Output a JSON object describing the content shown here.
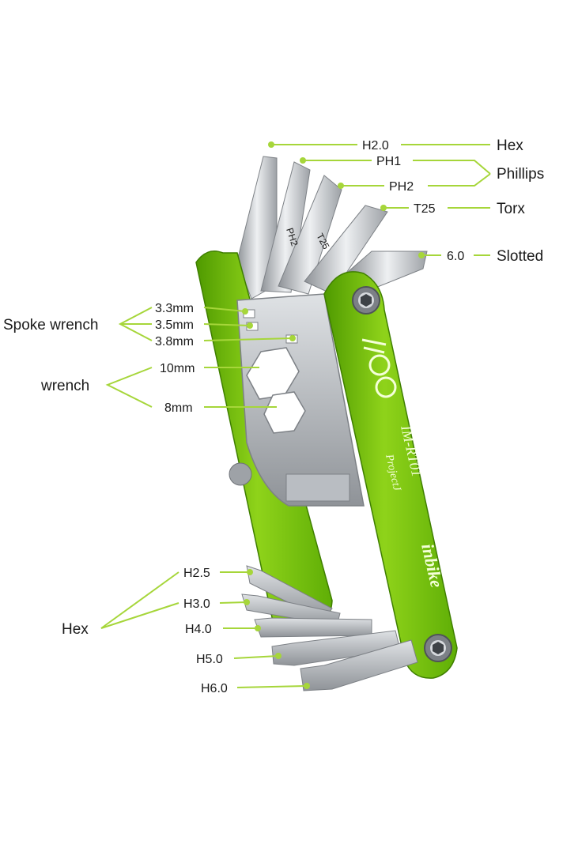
{
  "accent_color": "#a6d63a",
  "body_color": "#7fcc12",
  "steel_color": "#c9ccd0",
  "labels": {
    "h20": "H2.0",
    "hex_top": "Hex",
    "ph1": "PH1",
    "ph2": "PH2",
    "phillips": "Phillips",
    "t25": "T25",
    "torx": "Torx",
    "slot60": "6.0",
    "slotted": "Slotted",
    "spoke_wrench": "Spoke wrench",
    "spoke_33": "3.3mm",
    "spoke_35": "3.5mm",
    "spoke_38": "3.8mm",
    "wrench": "wrench",
    "w10": "10mm",
    "w8": "8mm",
    "hex_bottom": "Hex",
    "h25": "H2.5",
    "h30": "H3.0",
    "h40": "H4.0",
    "h50": "H5.0",
    "h60": "H6.0"
  },
  "tool_markings": {
    "bit_ph2": "PH2",
    "bit_t25": "T25",
    "model": "IM-RT01",
    "project": "ProjectJ",
    "brand": "inbike"
  }
}
